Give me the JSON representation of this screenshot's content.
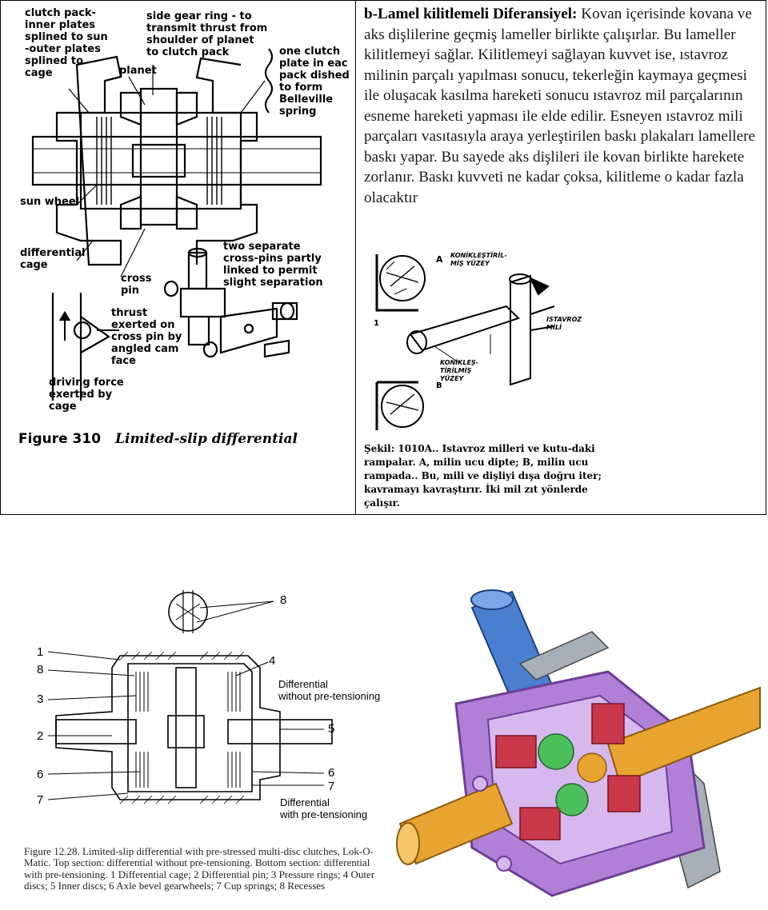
{
  "figure_310": {
    "labels": {
      "clutch_pack": "clutch pack-\ninner plates\nsplined to sun\n-outer plates\nsplined to\ncage",
      "side_gear_ring": "side gear ring - to\ntransmit thrust from\nshoulder of planet\nto clutch pack",
      "planet": "planet",
      "one_clutch_plate": "one clutch\nplate in eac\npack dished\nto form\nBelleville\nspring",
      "sun_wheel": "sun wheel",
      "differential_cage": "differential\ncage",
      "cross_pin": "cross\npin",
      "two_separate": "two separate\ncross-pins partly\nlinked to permit\nslight separation",
      "thrust": "thrust\nexerted on\ncross pin by\nangled cam\nface",
      "driving_force": "driving force\nexerted by\ncage"
    },
    "caption_number": "Figure 310",
    "caption_title": "Limited-slip differential"
  },
  "text_block": {
    "heading": "b-Lamel kilitlemeli Diferansiyel:",
    "body": "Kovan içerisinde kovana ve aks dişlilerine geçmiş lameller birlikte çalışırlar. Bu lameller kilitlemeyi sağlar. Kilitlemeyi sağlayan kuvvet ise, ıstavroz milinin parçalı yapılması sonucu, tekerleğin kaymaya geçmesi ile oluşacak kasılma hareketi sonucu ıstavroz  mil parçalarının esneme hareketi yapması ile elde edilir. Esneyen ıstavroz mili parçaları vasıtasıyla araya yerleştirilen baskı plakaları lamellere baskı yapar. Bu sayede aks dişlileri ile kovan birlikte harekete zorlanır. Baskı kuvveti ne kadar çoksa, kilitleme o kadar fazla olacaktır"
  },
  "figure_1010a": {
    "labels": {
      "a": "A",
      "konik_yuzey_top": "KONİKLEŞTİRİL-\nMİŞ YÜZEY",
      "istavroz_mili": "ISTAVROZ\nMİLİ",
      "one": "1",
      "konik_yuzey_bottom": "KONİKLEŞ-\nTİRİLMİŞ\nYÜZEY",
      "b": "B"
    },
    "caption": "Şekil: 1010A.. Istavroz milleri ve kutu-daki rampalar. A, milin ucu dipte; B, milin ucu rampada.. Bu, mili ve dişliyi dışa doğru iter; kavramayı kavraştırır. İki mil zıt yönlerde çalışır."
  },
  "figure_1228": {
    "numbers": [
      "1",
      "8",
      "3",
      "2",
      "6",
      "7",
      "8",
      "4",
      "5",
      "6",
      "7"
    ],
    "label_without": "Differential\nwithout pre-tensioning",
    "label_with": "Differential\nwith pre-tensioning",
    "caption": "Figure 12.28.  Limited-slip differential with pre-stressed multi-disc clutches, Lok-O-Matic. Top section: differential without pre-tensioning. Bottom section: differential with pre-tensioning. 1 Differential cage; 2 Differential pin; 3 Pressure rings; 4 Outer discs; 5 Inner discs; 6 Axle bevel gearwheels; 7 Cup springs; 8 Recesses"
  },
  "colors": {
    "line": "#000000",
    "cage_purple": "#b07fd6",
    "cage_dark": "#6d3f96",
    "shaft_orange": "#e8a430",
    "pinion_blue": "#4a7fd0",
    "gear_green": "#4cbf5a",
    "disc_red": "#c8384a"
  }
}
